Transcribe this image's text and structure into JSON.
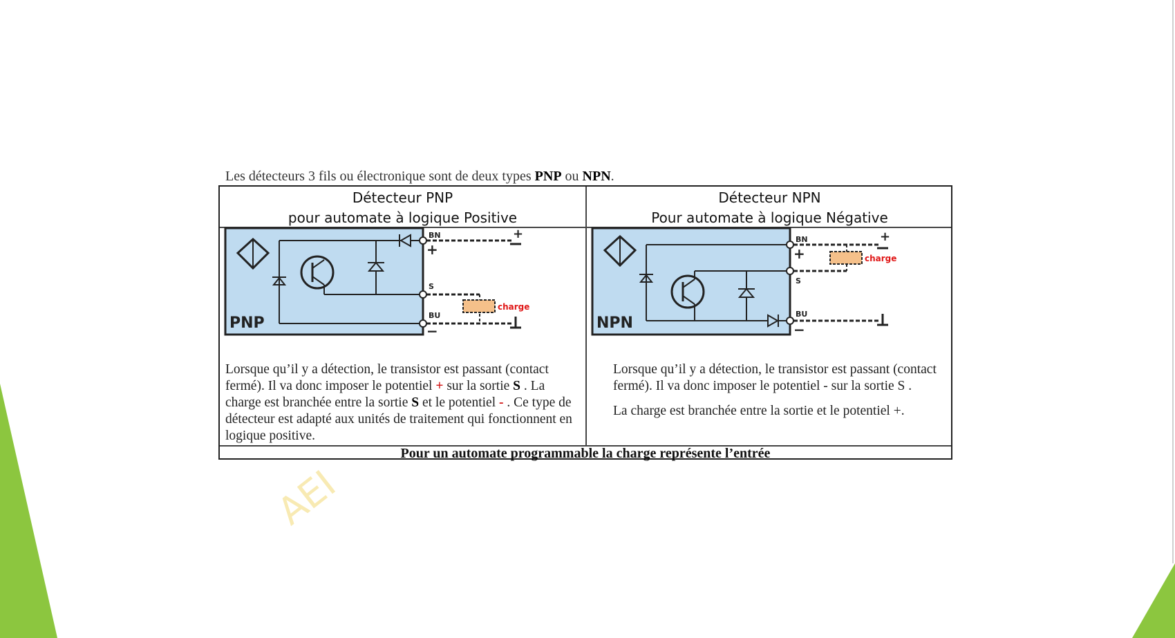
{
  "intro": {
    "text_before": "Les détecteurs 3 fils ou électronique sont de deux types ",
    "pnp": "PNP",
    "text_mid": " ou ",
    "npn": "NPN",
    "text_end": "."
  },
  "left": {
    "title_line1": "Détecteur PNP",
    "title_line2": "pour automate à logique Positive",
    "diagram": {
      "label": "PNP",
      "terminal_bn": "BN",
      "terminal_s": "S",
      "terminal_bu": "BU",
      "plus": "+",
      "minus": "−",
      "load": "charge"
    },
    "para": {
      "t1": "Lorsque qu’il y a détection, le transistor est passant (contact fermé). Il va donc imposer le potentiel ",
      "plus": "+",
      "t2": " sur la sortie ",
      "s1": "S",
      "t3": " . La charge est branchée entre la sortie ",
      "s2": "S",
      "t4": " et le potentiel ",
      "minus": "-",
      "t5": " . Ce type de détecteur est adapté aux unités de traitement qui fonctionnent en logique positive."
    }
  },
  "right": {
    "title_line1": "Détecteur NPN",
    "title_line2": "Pour automate à logique Négative",
    "diagram": {
      "label": "NPN",
      "terminal_bn": "BN",
      "terminal_s": "S",
      "terminal_bu": "BU",
      "plus": "+",
      "minus": "−",
      "load": "charge"
    },
    "para1": "Lorsque qu’il y a détection, le transistor est passant (contact fermé). Il va donc imposer le potentiel - sur la sortie S .",
    "para2": "La charge est branchée entre la sortie et le potentiel +."
  },
  "footer": "Pour un automate programmable la charge représente l’entrée",
  "watermark": "AEI",
  "colors": {
    "green_accent": "#8cc63f",
    "diagram_fill": "#bfdbf0",
    "load_fill": "#f5c08a",
    "load_text": "#e01818"
  }
}
